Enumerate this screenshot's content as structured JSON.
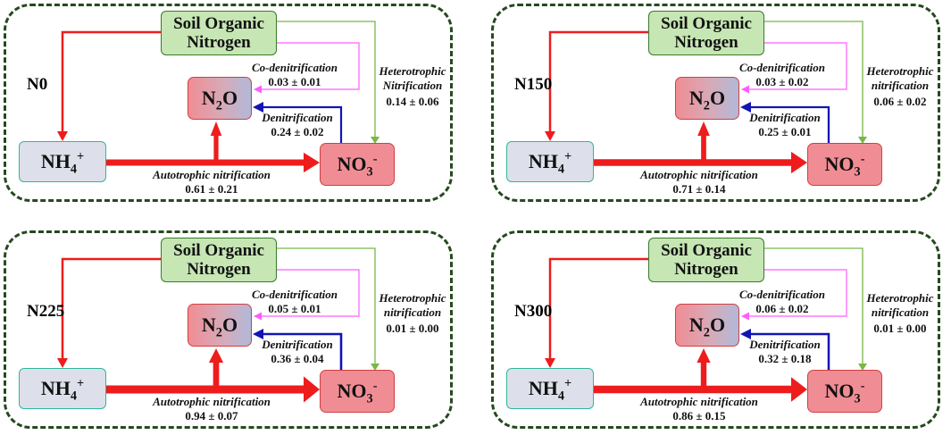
{
  "nodes": {
    "son_line1": "Soil Organic",
    "son_line2": "Nitrogen",
    "n2o_main": "N",
    "n2o_sub": "2",
    "n2o_tail": "O",
    "nh4_main": "NH",
    "nh4_sub": "4",
    "nh4_sup": "+",
    "no3_main": "NO",
    "no3_sub": "3",
    "no3_sup": "-"
  },
  "processes": {
    "co_denitrification": "Co-denitrification",
    "denitrification": "Denitrification",
    "heterotrophic_a": "Heterotrophic",
    "nitrification_cap": "Nitrification",
    "nitrification_low": "nitrification",
    "autotrophic": "Autotrophic nitrification"
  },
  "colors": {
    "autotrophic": "#ee1c1c",
    "mineralization": "#ee1c1c",
    "denitrification": "#1414b4",
    "co_denitrification": "#ff5cff",
    "heterotrophic": "#7ab648",
    "frame": "#254a1e"
  },
  "panels": [
    {
      "label": "N0",
      "hetero_label2": "Nitrification",
      "co_denit": "0.03 ± 0.01",
      "hetero": "0.14 ± 0.06",
      "denit": "0.24 ± 0.02",
      "auto": "0.61 ± 0.21",
      "auto_value": 0.61,
      "denit_value": 0.24,
      "co_value": 0.03,
      "hetero_value": 0.14
    },
    {
      "label": "N150",
      "hetero_label2": "nitrification",
      "co_denit": "0.03 ± 0.02",
      "hetero": "0.06 ± 0.02",
      "denit": "0.25 ± 0.01",
      "auto": "0.71 ± 0.14",
      "auto_value": 0.71,
      "denit_value": 0.25,
      "co_value": 0.03,
      "hetero_value": 0.06
    },
    {
      "label": "N225",
      "hetero_label2": "nitrification",
      "co_denit": "0.05 ± 0.01",
      "hetero": "0.01 ± 0.00",
      "denit": "0.36 ± 0.04",
      "auto": "0.94 ± 0.07",
      "auto_value": 0.94,
      "denit_value": 0.36,
      "co_value": 0.05,
      "hetero_value": 0.01
    },
    {
      "label": "N300",
      "hetero_label2": "nitrification",
      "co_denit": "0.06 ± 0.02",
      "hetero": "0.01 ± 0.00",
      "denit": "0.32 ± 0.18",
      "auto": "0.86 ± 0.15",
      "auto_value": 0.86,
      "denit_value": 0.32,
      "co_value": 0.06,
      "hetero_value": 0.01
    }
  ]
}
